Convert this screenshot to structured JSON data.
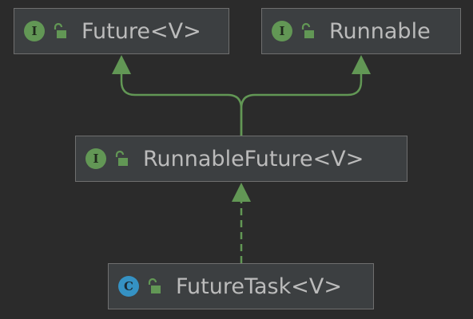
{
  "diagram": {
    "colors": {
      "background": "#2b2b2b",
      "node_fill": "#3c3f41",
      "node_border": "#6f6f6f",
      "edge": "#629755",
      "interface_icon": "#629755",
      "class_icon": "#3592c4",
      "text": "#bbbbbb"
    },
    "nodes": {
      "future": {
        "label": "Future<V>",
        "kind": "interface",
        "kind_letter": "I",
        "access_icon": "unlocked-icon"
      },
      "runnable": {
        "label": "Runnable",
        "kind": "interface",
        "kind_letter": "I",
        "access_icon": "unlocked-icon"
      },
      "runnable_future": {
        "label": "RunnableFuture<V>",
        "kind": "interface",
        "kind_letter": "I",
        "access_icon": "unlocked-icon"
      },
      "future_task": {
        "label": "FutureTask<V>",
        "kind": "class",
        "kind_letter": "C",
        "access_icon": "unlocked-icon"
      }
    },
    "edges": [
      {
        "from": "runnable_future",
        "to": "future",
        "style": "solid",
        "relation": "extends"
      },
      {
        "from": "runnable_future",
        "to": "runnable",
        "style": "solid",
        "relation": "extends"
      },
      {
        "from": "future_task",
        "to": "runnable_future",
        "style": "dashed",
        "relation": "implements"
      }
    ]
  }
}
